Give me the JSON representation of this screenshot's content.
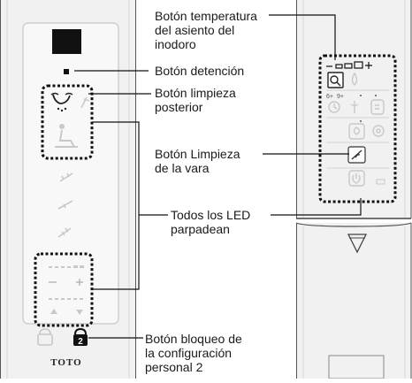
{
  "labels": {
    "seat_temperature": [
      "Botón temperatura",
      "del asiento del",
      "inodoro"
    ],
    "stop": [
      "Botón detención"
    ],
    "rear_cleansing": [
      "Botón limpieza",
      "posterior"
    ],
    "wand_cleaning": [
      "Botón Limpieza",
      "de la vara"
    ],
    "all_leds_blink": [
      "Todos los LED",
      "parpadean"
    ],
    "personal_setting_lock": [
      "Botón bloqueo de",
      "la configuración",
      "personal 2"
    ]
  },
  "brand": "TOTO",
  "right_remote_scale": [
    "6+",
    "9+"
  ],
  "colors": {
    "remote_body": "#f0f0f0",
    "remote_outline": "#333333",
    "highlight_dash": "#111111",
    "faint_icon": "#c8c8c8",
    "leader_line": "#111111"
  }
}
